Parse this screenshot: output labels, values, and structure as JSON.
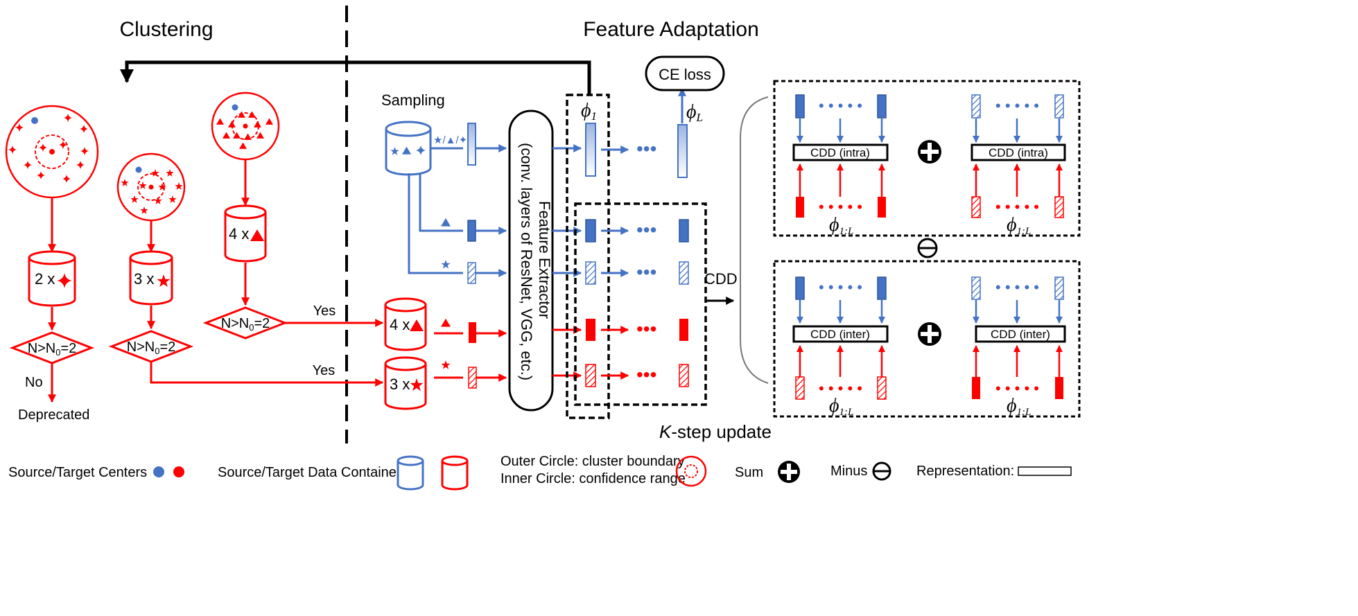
{
  "colors": {
    "source": "#4472C4",
    "target": "#FF0000",
    "black": "#000000"
  },
  "headings": {
    "clustering": "Clustering",
    "feature_adaptation": "Feature Adaptation"
  },
  "clustering": {
    "containers": [
      {
        "count_label": "2 x",
        "shape": "sparkle"
      },
      {
        "count_label": "3 x",
        "shape": "star"
      },
      {
        "count_label": "4 x",
        "shape": "triangle"
      }
    ],
    "decision_label": "N>N",
    "decision_sub": "0",
    "decision_value": "=2",
    "no_label": "No",
    "deprecated_label": "Deprecated",
    "yes_label": "Yes"
  },
  "adaptation": {
    "sampling_label": "Sampling",
    "selected_containers": [
      {
        "count_label": "4 x",
        "shape": "triangle"
      },
      {
        "count_label": "3 x",
        "shape": "star"
      }
    ],
    "extractor_line1": "Feature Extractor",
    "extractor_line2": "(conv. layers of ResNet, VGG, etc.)",
    "ce_loss": "CE loss",
    "phi1_sym": "ϕ",
    "phi1_sub": "1",
    "phil_sym": "ϕ",
    "phil_sub": "L",
    "cdd_label": "CDD",
    "kstep_k": "K",
    "kstep_rest": "-step update",
    "cdd_intra": "CDD (intra)",
    "cdd_inter": "CDD (inter)",
    "phi_range_sym": "ϕ",
    "phi_range_sub": "1:L"
  },
  "legend": {
    "centers": "Source/Target Centers",
    "container": "Source/Target Data Container",
    "outer_circle": "Outer Circle: cluster boundary",
    "inner_circle": "Inner Circle: confidence range",
    "sum": "Sum",
    "minus": "Minus",
    "representation": "Representation:"
  }
}
